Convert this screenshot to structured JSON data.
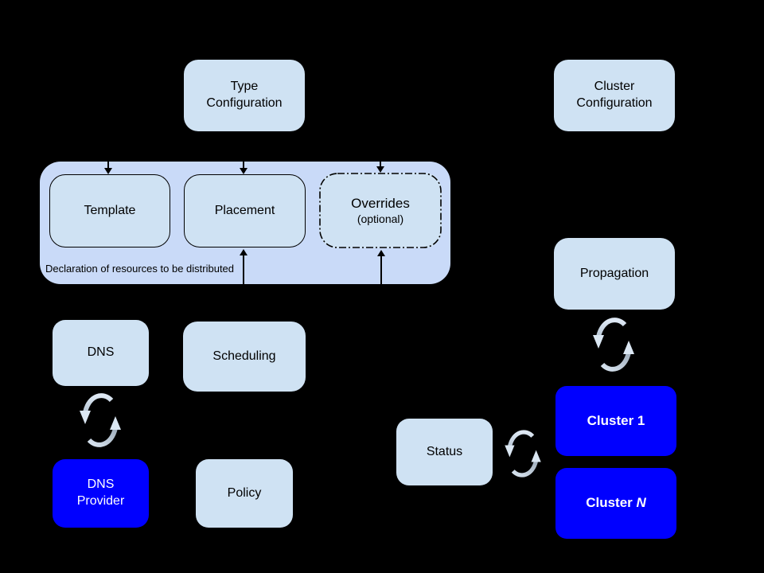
{
  "diagram": {
    "background": "#000000",
    "caption": "Declaration of resources to be distributed"
  },
  "colors": {
    "node_fill": "#cfe2f3",
    "group_fill": "#c9daf8",
    "cluster_fill": "#0000ff",
    "border": "#000000",
    "text_dark": "#000000",
    "text_light": "#ffffff",
    "sync_icon_light": "#dde9f5",
    "sync_icon_dark": "#a5b3c1"
  },
  "nodes": {
    "type_configuration": {
      "label": "Type\nConfiguration"
    },
    "cluster_configuration": {
      "label": "Cluster\nConfiguration"
    },
    "template": {
      "label": "Template"
    },
    "placement": {
      "label": "Placement"
    },
    "overrides": {
      "label": "Overrides",
      "sublabel": "(optional)"
    },
    "dns": {
      "label": "DNS"
    },
    "scheduling": {
      "label": "Scheduling"
    },
    "propagation": {
      "label": "Propagation"
    },
    "dns_provider": {
      "label": "DNS\nProvider"
    },
    "policy": {
      "label": "Policy"
    },
    "status": {
      "label": "Status"
    },
    "cluster_1": {
      "label": "Cluster 1"
    },
    "cluster_n": {
      "label_prefix": "Cluster ",
      "label_suffix": "N"
    }
  },
  "icons": {
    "sync": "circular-sync-arrows"
  }
}
